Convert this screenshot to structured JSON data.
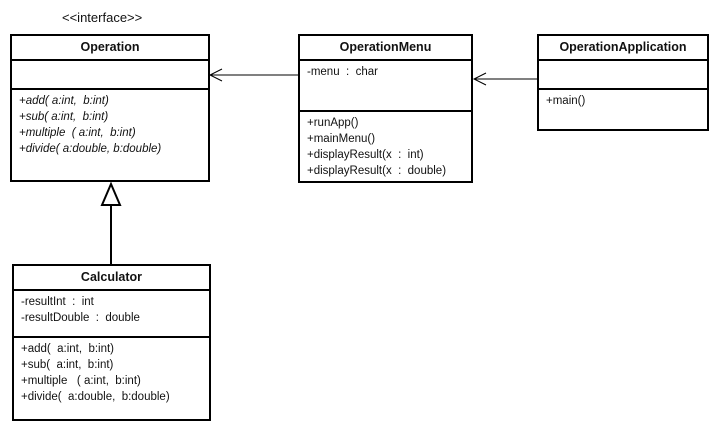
{
  "operation": {
    "stereotype": "<<interface>>",
    "name": "Operation",
    "attributes": [],
    "methods": [
      "+add( a:int,  b:int)",
      "+sub( a:int,  b:int)",
      "+multiple  ( a:int,  b:int)",
      "+divide( a:double, b:double)"
    ]
  },
  "operation_menu": {
    "name": "OperationMenu",
    "attributes": [
      "-menu  :  char"
    ],
    "methods": [
      "+runApp()",
      "+mainMenu()",
      "+displayResult(x  :  int)",
      "+displayResult(x  :  double)"
    ]
  },
  "operation_application": {
    "name": "OperationApplication",
    "attributes": [],
    "methods": [
      "+main()"
    ]
  },
  "calculator": {
    "name": "Calculator",
    "attributes": [
      "-resultInt  :  int",
      "-resultDouble  :  double"
    ],
    "methods": [
      "+add(  a:int,  b:int)",
      "+sub(  a:int,  b:int)",
      "+multiple   ( a:int,  b:int)",
      "+divide(  a:double,  b:double)"
    ]
  }
}
